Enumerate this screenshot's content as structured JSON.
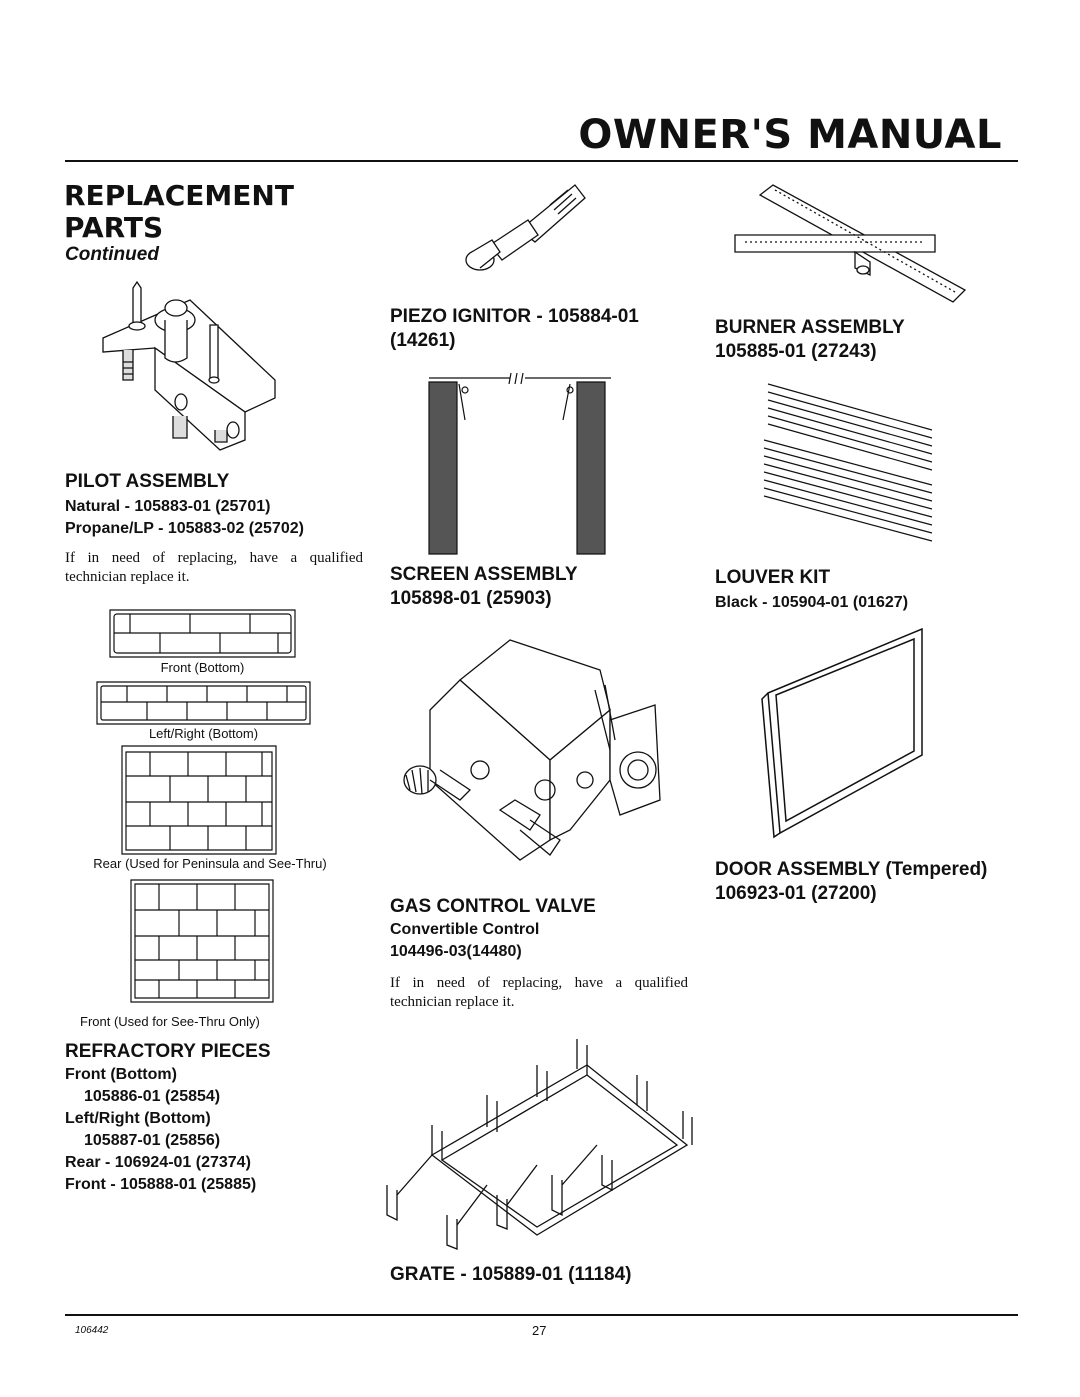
{
  "header": {
    "manual_title": "OWNER'S MANUAL"
  },
  "section": {
    "title_line1": "REPLACEMENT",
    "title_line2": "PARTS",
    "continued": "Continued"
  },
  "pilot": {
    "title": "PILOT ASSEMBLY",
    "natural": "Natural - 105883-01 (25701)",
    "propane": "Propane/LP - 105883-02 (25702)",
    "note": "If in need of replacing, have a qualified technician replace it."
  },
  "refractory": {
    "captions": [
      "Front (Bottom)",
      "Left/Right (Bottom)",
      "Rear (Used for Peninsula and See-Thru)",
      "Front (Used for See-Thru Only)"
    ],
    "title": "REFRACTORY PIECES",
    "lines": [
      "Front (Bottom)",
      "105886-01 (25854)",
      "Left/Right (Bottom)",
      "105887-01 (25856)",
      "Rear - 106924-01 (27374)",
      "Front - 105888-01 (25885)"
    ]
  },
  "piezo": {
    "title_line1": "PIEZO IGNITOR - 105884-01",
    "title_line2": "(14261)"
  },
  "screen": {
    "title_line1": "SCREEN ASSEMBLY",
    "title_line2": "105898-01 (25903)"
  },
  "gas_valve": {
    "title": "GAS CONTROL VALVE",
    "sub1": "Convertible Control",
    "sub2": "104496-03(14480)",
    "note": "If in need of replacing, have a qualified technician replace it."
  },
  "grate": {
    "title": "GRATE - 105889-01 (11184)"
  },
  "burner": {
    "title_line1": "BURNER ASSEMBLY",
    "title_line2": "105885-01 (27243)"
  },
  "louver": {
    "title": "LOUVER KIT",
    "sub": "Black - 105904-01 (01627)"
  },
  "door": {
    "title_line1": "DOOR ASSEMBLY (Tempered)",
    "title_line2": "106923-01 (27200)"
  },
  "footer": {
    "doc_number": "106442",
    "page_number": "27"
  }
}
